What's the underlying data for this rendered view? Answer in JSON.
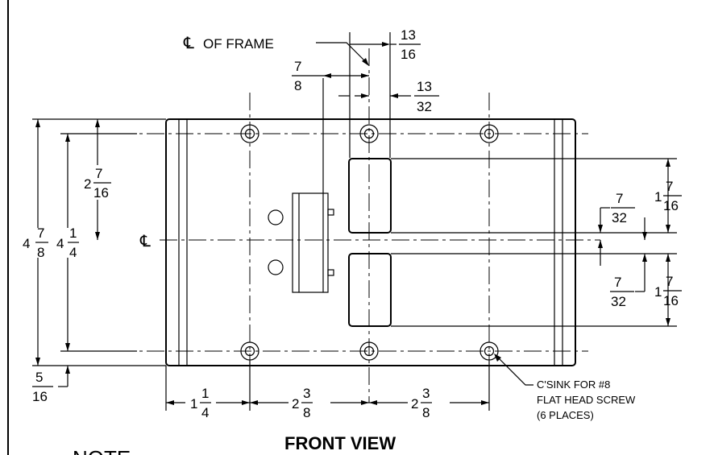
{
  "labels": {
    "cl_of_frame": "OF FRAME",
    "cl_symbol": "℄",
    "title": "FRONT VIEW",
    "note_partial": "NOTE",
    "csink_line1": "C'SINK FOR #8",
    "csink_line2": "FLAT HEAD SCREW",
    "csink_line3": "(6 PLACES)"
  },
  "dimensions": {
    "top_offset": {
      "num": "13",
      "den": "16"
    },
    "hole_offset": {
      "num": "7",
      "den": "8"
    },
    "slot_offset": {
      "num": "13",
      "den": "32"
    },
    "upper_half_height": {
      "whole": "2",
      "num": "7",
      "den": "16"
    },
    "overall_height": {
      "whole": "4",
      "num": "7",
      "den": "8"
    },
    "hole_spacing_height": {
      "whole": "4",
      "num": "1",
      "den": "4"
    },
    "right_upper_height": {
      "whole": "1",
      "num": "7",
      "den": "16"
    },
    "right_upper_gap": {
      "num": "7",
      "den": "32"
    },
    "right_lower_gap": {
      "num": "7",
      "den": "32"
    },
    "right_lower_height": {
      "whole": "1",
      "num": "7",
      "den": "16"
    },
    "bottom_offset": {
      "num": "5",
      "den": "16"
    },
    "left_offset": {
      "whole": "1",
      "num": "1",
      "den": "4"
    },
    "hole_spacing_left": {
      "whole": "2",
      "num": "3",
      "den": "8"
    },
    "hole_spacing_right": {
      "whole": "2",
      "num": "3",
      "den": "8"
    }
  }
}
